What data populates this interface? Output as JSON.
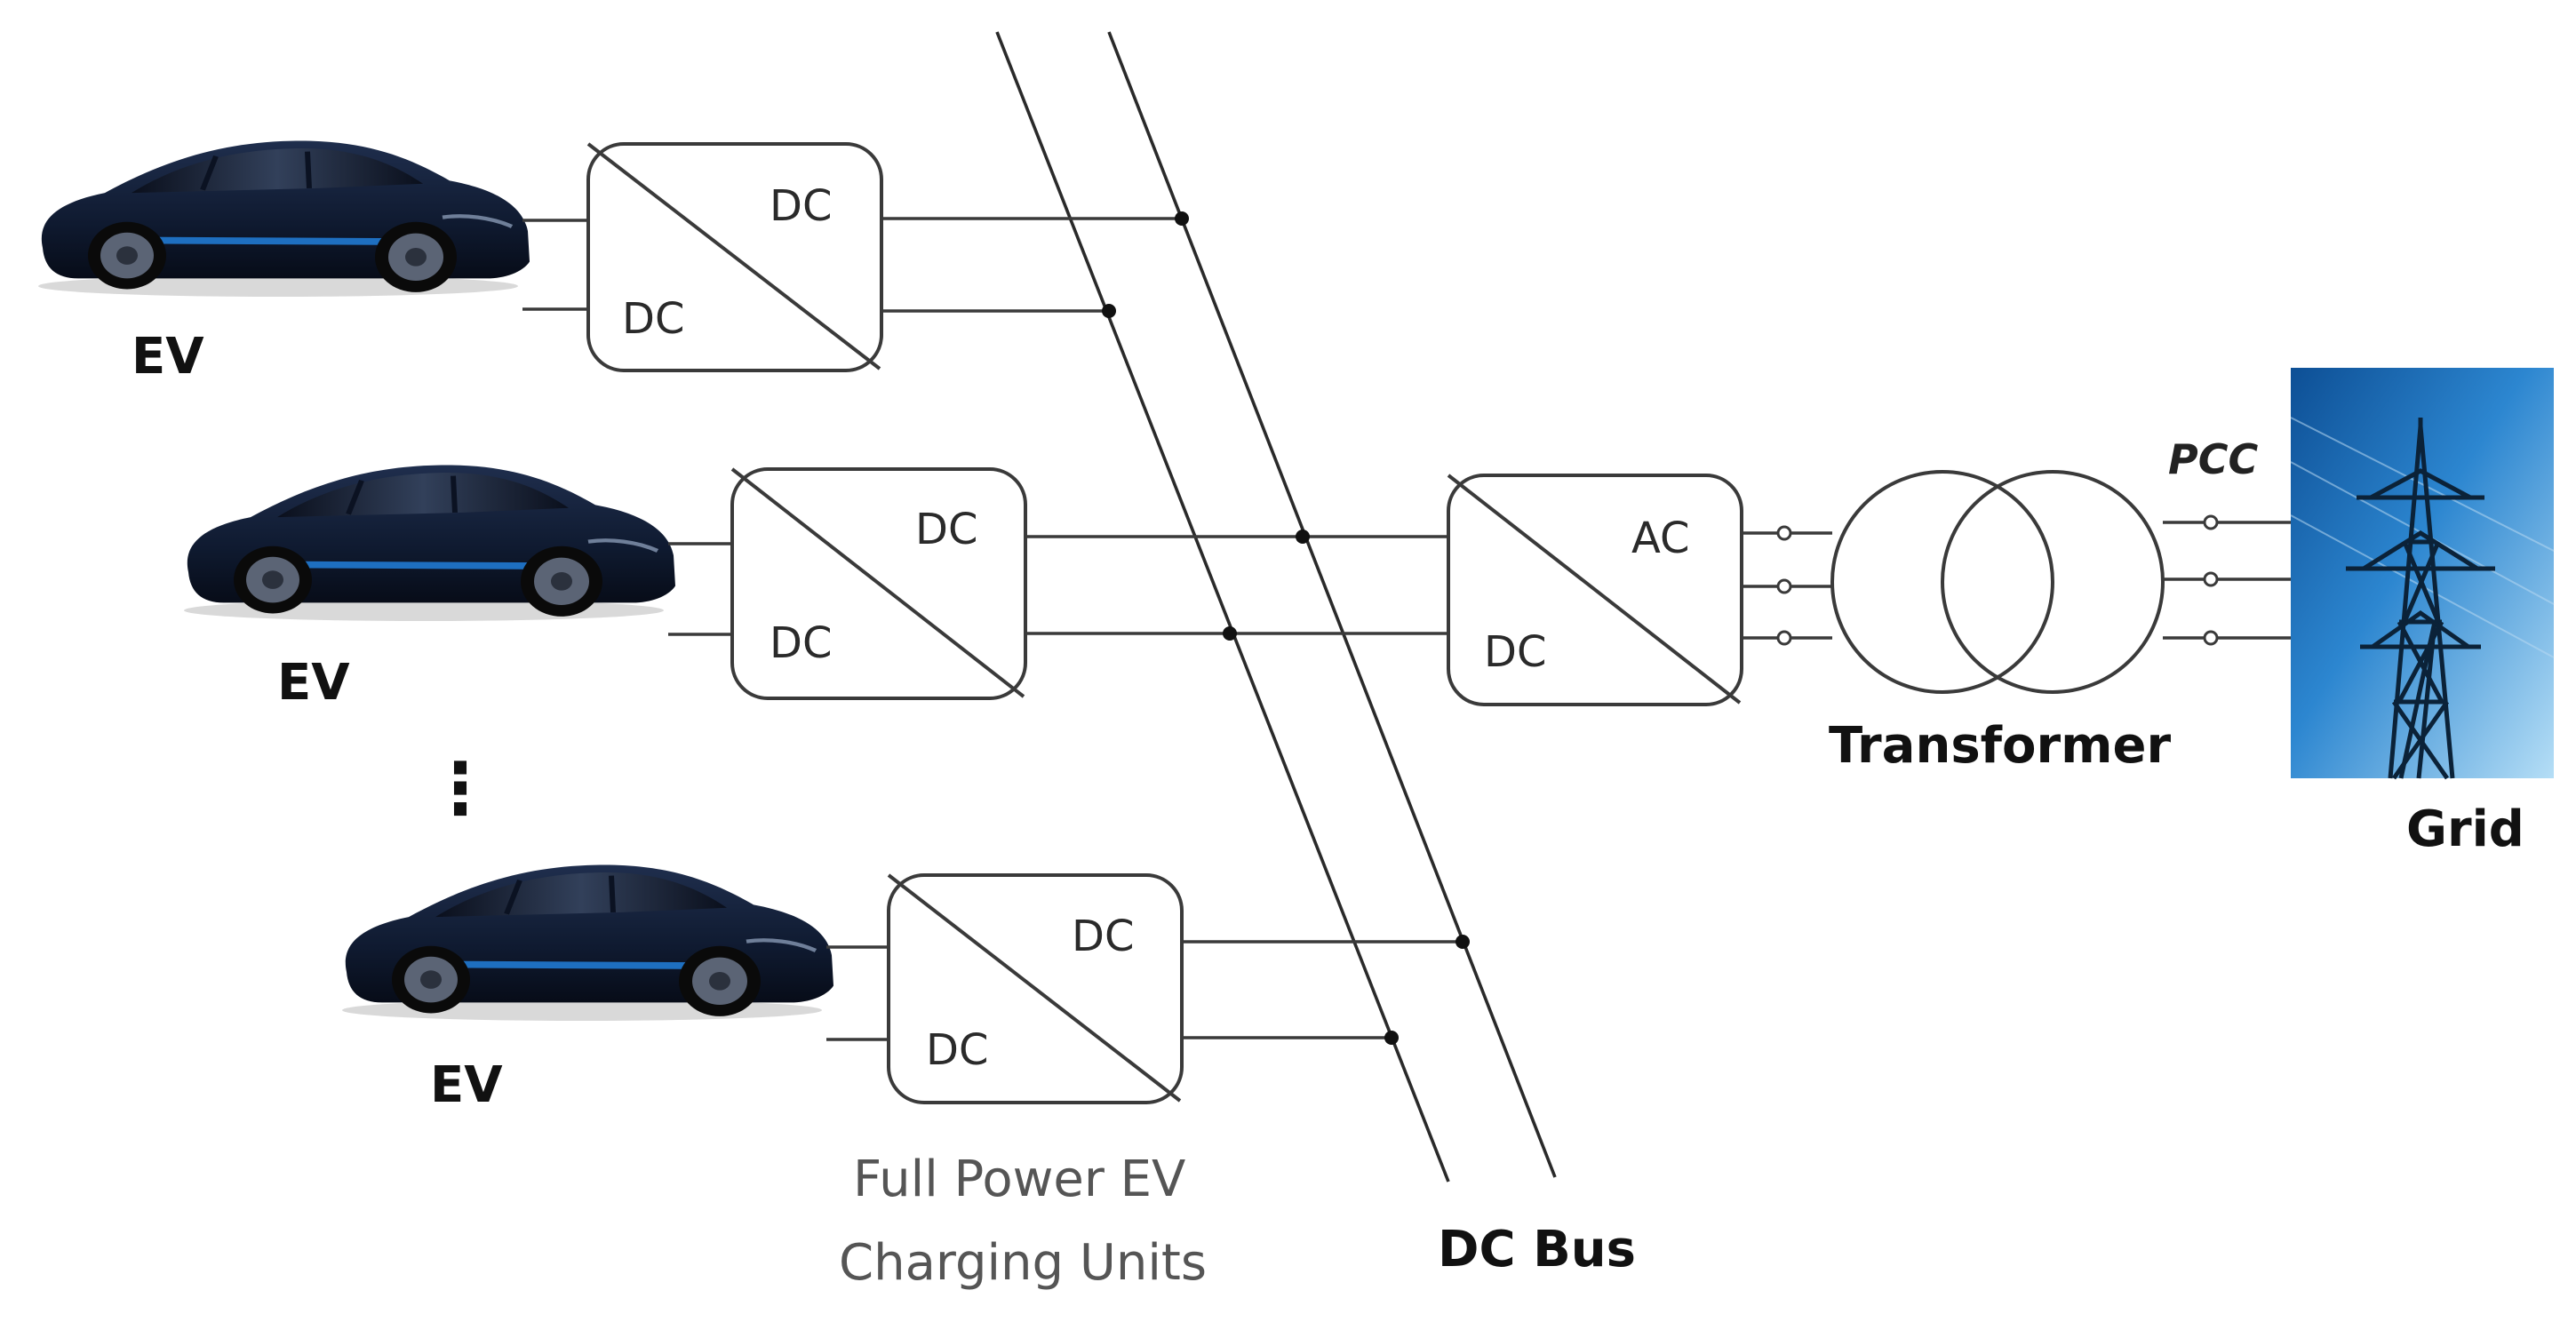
{
  "ev_label": "EV",
  "converter_dc": "DC",
  "converter_ac": "AC",
  "ellipsis": "⋮",
  "caption": {
    "line1": "Full Power EV",
    "line2": "Charging Units"
  },
  "dc_bus_label": "DC Bus",
  "transformer_label": "Transformer",
  "pcc_label": "PCC",
  "grid_label": "Grid",
  "colors": {
    "car_body": "#14213a",
    "car_accent": "#1e6fc0",
    "sky_top": "#0d62b0",
    "sky_bottom": "#9fd2f2"
  }
}
